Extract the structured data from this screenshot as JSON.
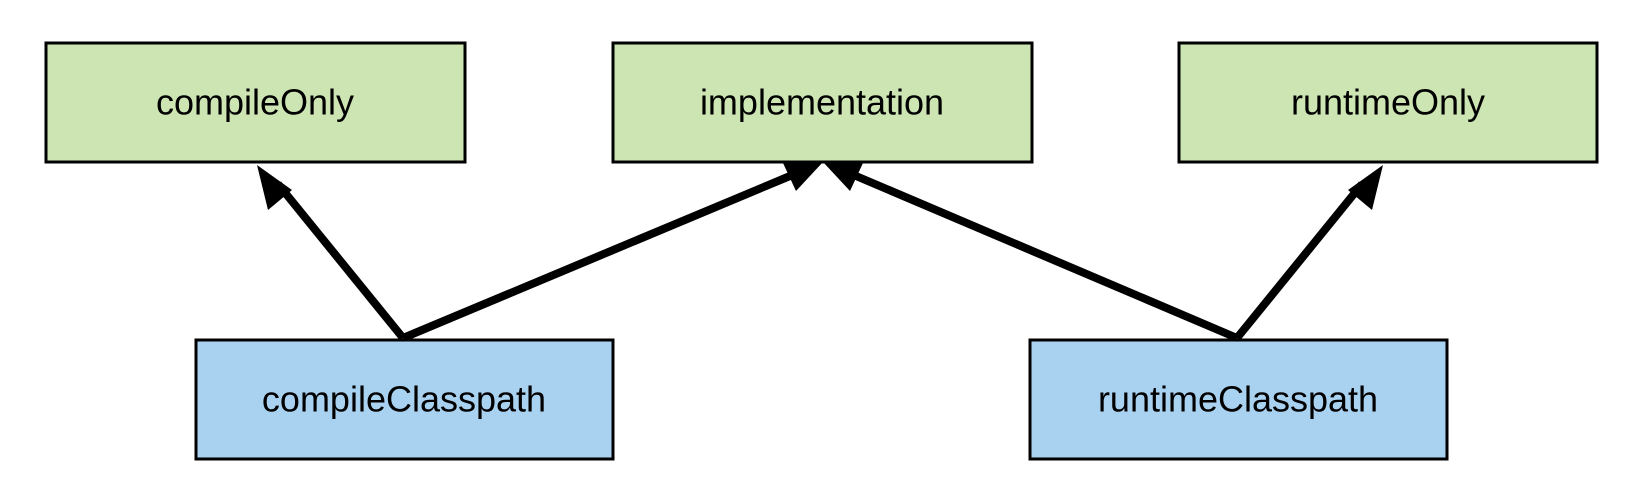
{
  "colors": {
    "declared_fill": "#cde5b2",
    "resolvable_fill": "#a9d1f0",
    "border": "#000000",
    "arrow": "#000000"
  },
  "nodes": {
    "compileOnly": {
      "label": "compileOnly"
    },
    "implementation": {
      "label": "implementation"
    },
    "runtimeOnly": {
      "label": "runtimeOnly"
    },
    "compileClasspath": {
      "label": "compileClasspath"
    },
    "runtimeClasspath": {
      "label": "runtimeClasspath"
    }
  },
  "edges": [
    {
      "from": "compileClasspath",
      "to": "compileOnly"
    },
    {
      "from": "compileClasspath",
      "to": "implementation"
    },
    {
      "from": "runtimeClasspath",
      "to": "implementation"
    },
    {
      "from": "runtimeClasspath",
      "to": "runtimeOnly"
    }
  ]
}
